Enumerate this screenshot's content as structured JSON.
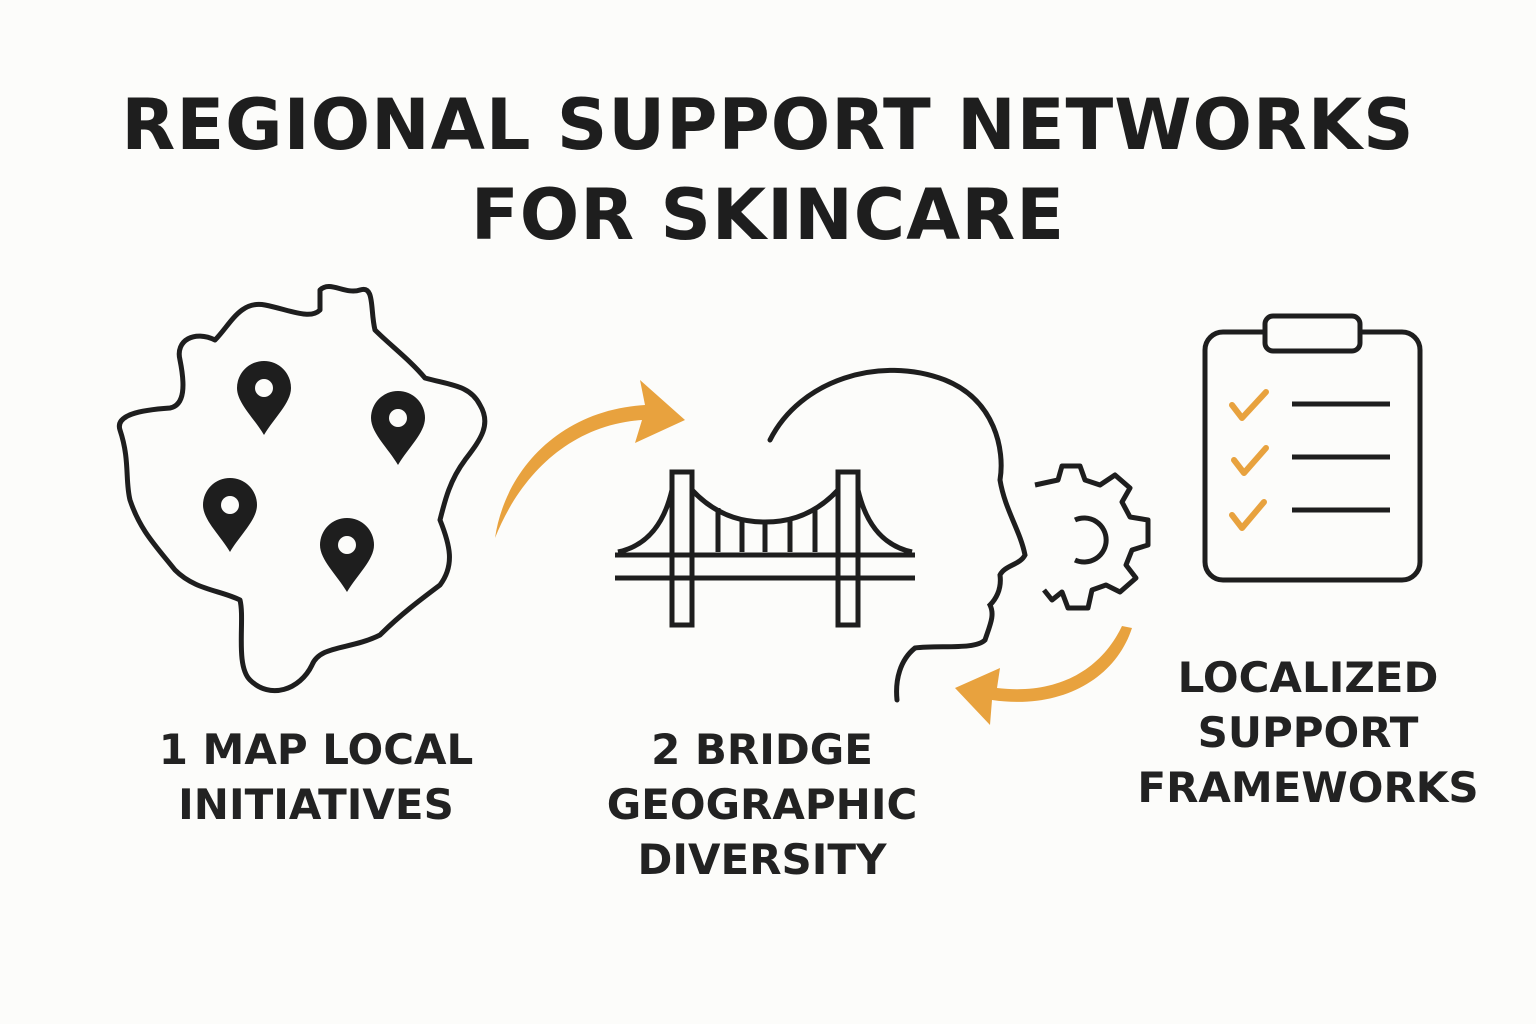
{
  "title": {
    "line1": "REGIONAL SUPPORT NETWORKS",
    "line2": "FOR SKINCARE"
  },
  "steps": [
    {
      "lines": [
        "1  MAP LOCAL",
        "INITIATIVES"
      ],
      "icon": "map-pins-icon"
    },
    {
      "lines": [
        "2  BRIDGE",
        "GEOGRAPHIC",
        "DIVERSITY"
      ],
      "icon": "bridge-icon"
    },
    {
      "lines": [
        "LOCALIZED",
        "SUPPORT",
        "FRAMEWORKS"
      ],
      "icon": "clipboard-checklist-icon"
    }
  ],
  "colors": {
    "ink": "#1e1e1e",
    "accent": "#e8a23e",
    "background": "#fcfcfa"
  }
}
